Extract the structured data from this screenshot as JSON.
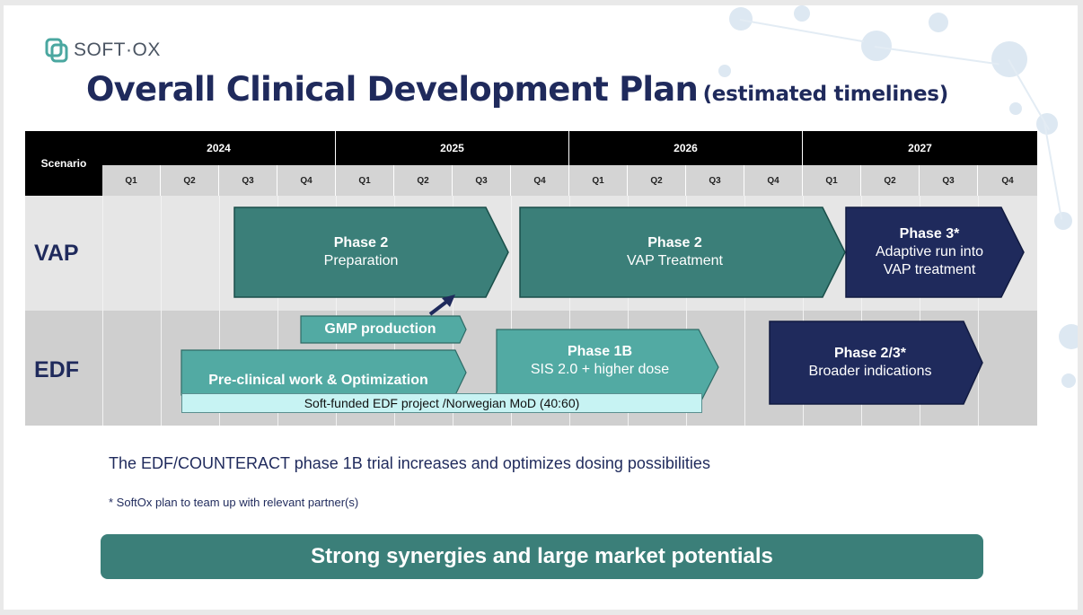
{
  "logo": {
    "text": "SOFT·OX"
  },
  "title": {
    "main": "Overall Clinical Development Plan",
    "sub": "(estimated timelines)"
  },
  "timeline": {
    "scenario_label": "Scenario",
    "years": [
      "2024",
      "2025",
      "2026",
      "2027"
    ],
    "quarters": [
      "Q1",
      "Q2",
      "Q3",
      "Q4",
      "Q1",
      "Q2",
      "Q3",
      "Q4",
      "Q1",
      "Q2",
      "Q3",
      "Q4",
      "Q1",
      "Q2",
      "Q3",
      "Q4"
    ],
    "rows": [
      {
        "label": "VAP",
        "color": "#e6e6e6"
      },
      {
        "label": "EDF",
        "color": "#cfcfcf"
      }
    ]
  },
  "bars": {
    "vap_phase2_prep": {
      "title": "Phase 2",
      "subtitle": "Preparation",
      "color": "#3b7f79"
    },
    "vap_phase2_treat": {
      "title": "Phase 2",
      "subtitle": "VAP Treatment",
      "color": "#3b7f79"
    },
    "vap_phase3": {
      "title": "Phase 3*",
      "subtitle_line1": "Adaptive run into",
      "subtitle_line2": "VAP treatment",
      "color": "#1f2a5c"
    },
    "gmp": {
      "title": "GMP production",
      "color": "#52aaa3"
    },
    "preclinical": {
      "title": "Pre-clinical work & Optimization",
      "color": "#52aaa3"
    },
    "phase1b": {
      "title": "Phase 1B",
      "subtitle": "SIS 2.0 + higher dose",
      "color": "#52aaa3"
    },
    "phase23": {
      "title": "Phase 2/3*",
      "subtitle": "Broader indications",
      "color": "#1f2a5c"
    },
    "soft_funded": {
      "text": "Soft-funded EDF project /Norwegian MoD (40:60)",
      "color": "#c7f3f3"
    }
  },
  "statement": "The EDF/COUNTERACT phase 1B trial increases and optimizes dosing possibilities",
  "footnote": "* SoftOx plan to team up with relevant partner(s)",
  "banner": {
    "text": "Strong synergies and large market potentials",
    "color": "#3b7f79"
  }
}
